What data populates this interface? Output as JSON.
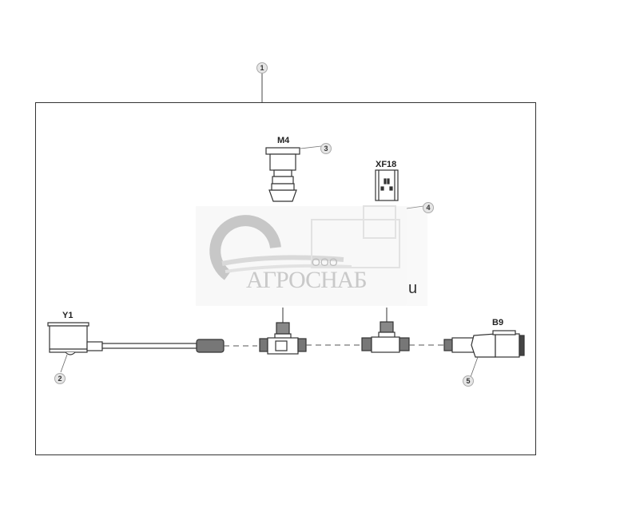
{
  "diagram": {
    "type": "wiring-harness-exploded-view",
    "components": [
      {
        "id": "Y1",
        "label": "Y1",
        "callout": "2",
        "kind": "solenoid-valve-with-cable"
      },
      {
        "id": "M4",
        "label": "M4",
        "callout": "3",
        "kind": "connector"
      },
      {
        "id": "XF18",
        "label": "XF18",
        "callout": "4",
        "kind": "fuse-socket"
      },
      {
        "id": "B9",
        "label": "B9",
        "callout": "5",
        "kind": "sensor-connector"
      }
    ],
    "assembly_callout": "1",
    "tee_connectors": 2
  },
  "watermark": {
    "prefix": "ООО",
    "name": "АГРОСНАБ",
    "suffix": "u"
  },
  "colors": {
    "line": "#333333",
    "watermark": "#c9c9c9",
    "callout_bg": "#e6e6e6"
  }
}
